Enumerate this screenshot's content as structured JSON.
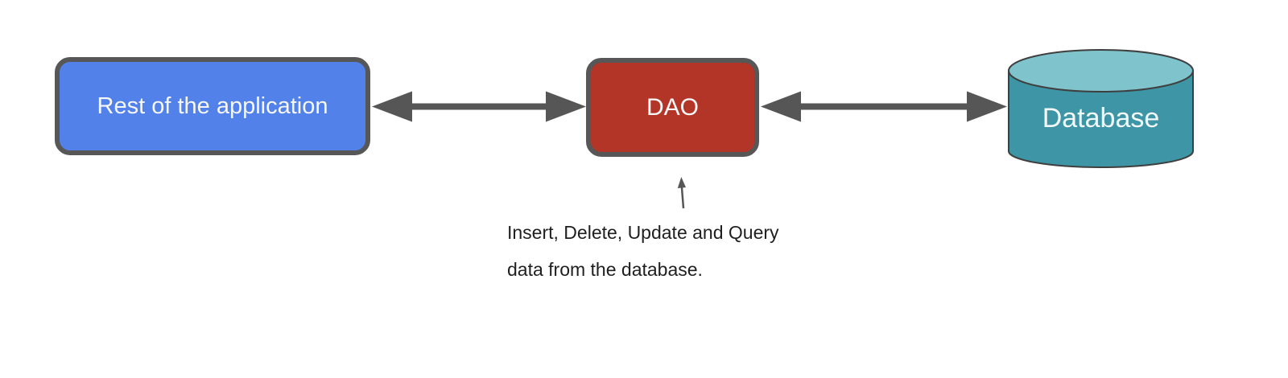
{
  "diagram": {
    "background_color": "#ffffff",
    "nodes": [
      {
        "id": "rest-of-application",
        "label": "Rest of the application",
        "shape": "rounded-rectangle",
        "fill": "#5181e9",
        "border_color": "#575757",
        "text_color": "#f7f7f7"
      },
      {
        "id": "dao",
        "label": "DAO",
        "shape": "rounded-rectangle",
        "fill": "#b23528",
        "border_color": "#575757",
        "text_color": "#f7f7f7"
      },
      {
        "id": "database",
        "label": "Database",
        "shape": "cylinder",
        "fill": "#3e95a5",
        "top_fill": "#7fc3cc",
        "border_color": "#3f3f3f",
        "text_color": "#f3f8f9"
      }
    ],
    "connectors": [
      {
        "id": "app-dao",
        "type": "double-arrow",
        "from": "rest-of-application",
        "to": "dao",
        "color": "#565656"
      },
      {
        "id": "dao-db",
        "type": "double-arrow",
        "from": "dao",
        "to": "database",
        "color": "#565656"
      },
      {
        "id": "annotation-pointer",
        "type": "thin-arrow-up",
        "points_to": "dao",
        "color": "#565656"
      }
    ],
    "annotation": {
      "line1": "Insert, Delete, Update and Query",
      "line2": "data from the database.",
      "text_color": "#1f1f1f"
    }
  }
}
